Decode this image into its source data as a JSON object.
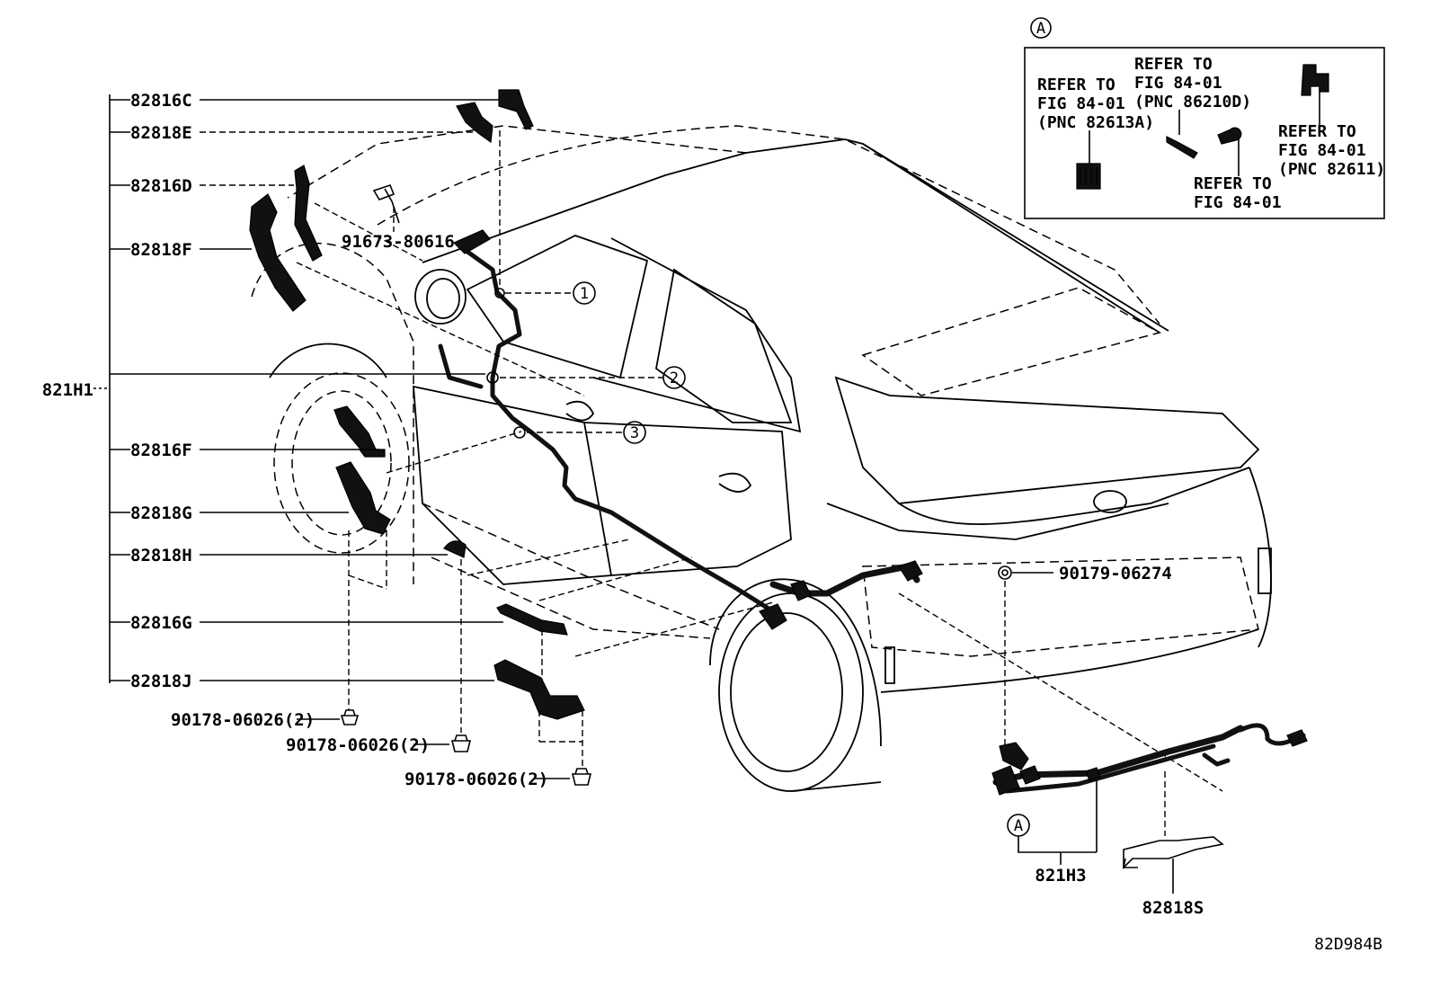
{
  "figure_code": "82D984B",
  "inset": {
    "marker": "A",
    "references": [
      {
        "lines": [
          "REFER TO",
          "FIG 84-01",
          "(PNC 82613A)"
        ]
      },
      {
        "lines": [
          "REFER TO",
          "FIG 84-01",
          "(PNC 86210D)"
        ]
      },
      {
        "lines": [
          "REFER TO",
          "FIG 84-01"
        ]
      },
      {
        "lines": [
          "REFER TO",
          "FIG 84-01",
          "(PNC 82611)"
        ]
      }
    ]
  },
  "bracket_group": {
    "assembly": "821H1",
    "parts": [
      "82816C",
      "82818E",
      "82816D",
      "82818F",
      "82816F",
      "82818G",
      "82818H",
      "82816G",
      "82818J"
    ]
  },
  "fasteners": {
    "bolt": "91673-80616",
    "clip_rear": "90179-06274",
    "nut_1": "90178-06026(2)",
    "nut_2": "90178-06026(2)",
    "nut_3": "90178-06026(2)"
  },
  "callouts": [
    "1",
    "2",
    "3"
  ],
  "rear_assembly": {
    "label": "821H3",
    "marker": "A"
  },
  "protector": "82818S"
}
